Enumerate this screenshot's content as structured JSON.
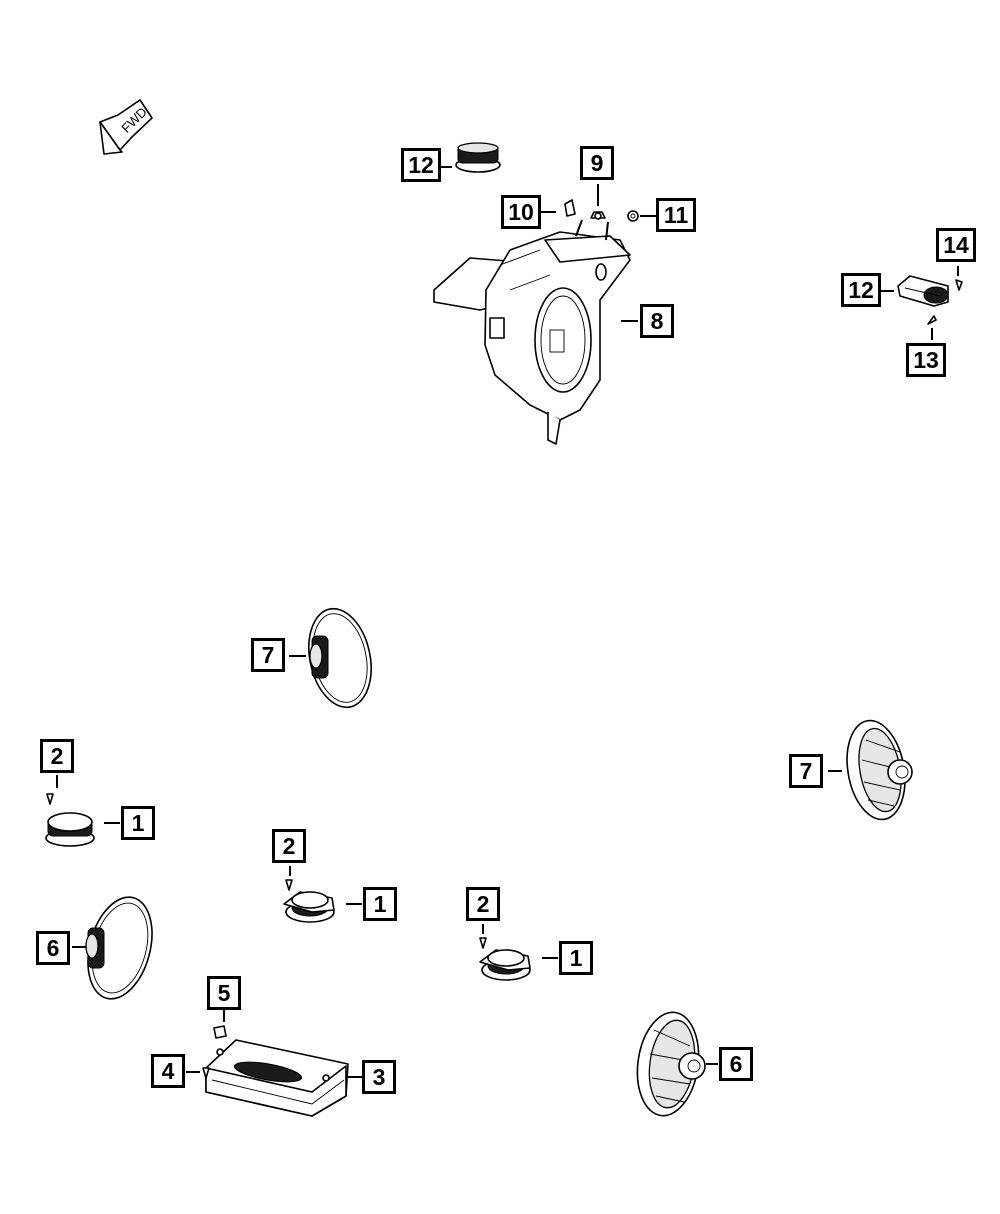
{
  "fwd_label": "FWD",
  "callouts": {
    "c12a": "12",
    "c9": "9",
    "c10": "10",
    "c11": "11",
    "c8": "8",
    "c14": "14",
    "c12b": "12",
    "c13": "13",
    "c7a": "7",
    "c7b": "7",
    "c2a": "2",
    "c1a": "1",
    "c2b": "2",
    "c1b": "1",
    "c2c": "2",
    "c1c": "1",
    "c6a": "6",
    "c5": "5",
    "c4": "4",
    "c3": "3",
    "c6b": "6"
  }
}
